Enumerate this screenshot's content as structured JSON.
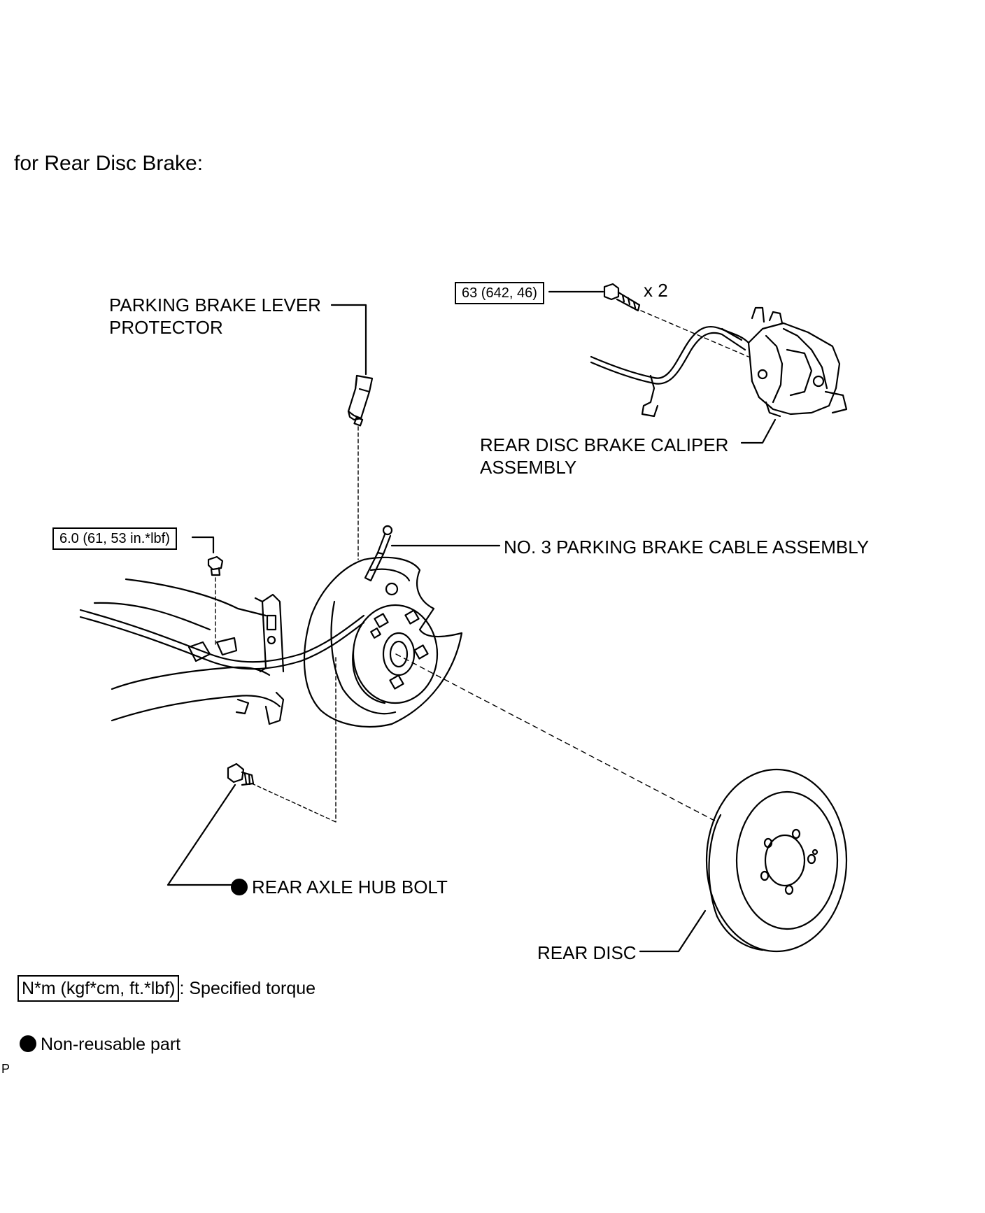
{
  "heading": "for Rear Disc Brake:",
  "labels": {
    "parking_brake_lever_protector": [
      "PARKING BRAKE LEVER",
      "PROTECTOR"
    ],
    "caliper_assembly": [
      "REAR DISC BRAKE CALIPER",
      "ASSEMBLY"
    ],
    "cable_assembly": "NO. 3 PARKING BRAKE CABLE ASSEMBLY",
    "hub_bolt": "REAR AXLE HUB BOLT",
    "rear_disc": "REAR DISC",
    "quantity": "x 2"
  },
  "torque_specs": {
    "caliper_bolt": "63 (642, 46)",
    "protector_bolt": "6.0 (61, 53 in.*lbf)"
  },
  "legend": {
    "torque_box": "N*m (kgf*cm, ft.*lbf)",
    "torque_text": ": Specified torque",
    "non_reusable": "Non-reusable part"
  },
  "footer_mark": "P"
}
